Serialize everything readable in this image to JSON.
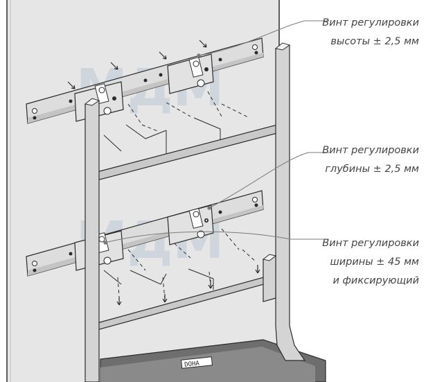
{
  "callouts": {
    "height_screw": {
      "line1": "Винт регулировки",
      "line2": "высоты ± 2,5 мм"
    },
    "depth_screw": {
      "line1": "Винт регулировки",
      "line2": "глубины ± 2,5 мм"
    },
    "width_screw": {
      "line1": "Винт регулировки",
      "line2": "ширины ± 45 мм",
      "line3": "и фиксирующий"
    }
  },
  "watermark": "МДМ",
  "base_stamp": "DOHA",
  "colors": {
    "line": "#2a2a2a",
    "wall": "#e6e6e6",
    "metal": "#dddddd",
    "rod": "#c9c9c9",
    "base": "#6e6e6e",
    "leader": "#7a7a7a",
    "watermark": "#b9c7d6"
  }
}
